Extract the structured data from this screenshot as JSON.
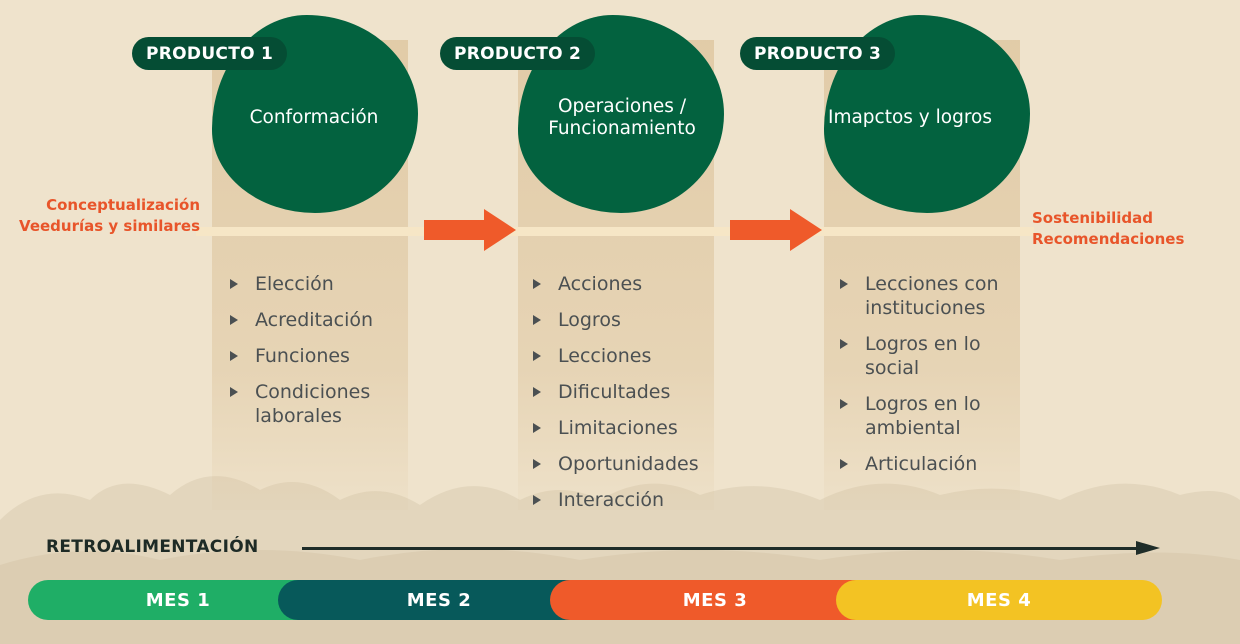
{
  "products": [
    {
      "tag": "PRODUCTO 1",
      "title": "Conformación",
      "items": [
        "Elección",
        "Acreditación",
        "Funciones",
        "Condiciones laborales"
      ]
    },
    {
      "tag": "PRODUCTO 2",
      "title": "Operaciones / Funcionamiento",
      "items": [
        "Acciones",
        "Logros",
        "Lecciones",
        "Dificultades",
        "Limitaciones",
        "Oportunidades",
        "Interacción"
      ]
    },
    {
      "tag": "PRODUCTO 3",
      "title": "Imapctos y logros",
      "items": [
        "Lecciones con instituciones",
        "Logros en lo social",
        "Logros en lo ambiental",
        "Articulación"
      ]
    }
  ],
  "left_label": "Conceptualización Veedurías y similares",
  "right_label": "Sostenibilidad Recomendaciones",
  "feedback_label": "RETROALIMENTACIÓN",
  "months": [
    {
      "label": "MES 1",
      "color": "#1fae66"
    },
    {
      "label": "MES 2",
      "color": "#07595a"
    },
    {
      "label": "MES 3",
      "color": "#ef5a2a"
    },
    {
      "label": "MES 4",
      "color": "#f3c323"
    }
  ],
  "colors": {
    "accent_orange": "#e8552a",
    "dark_green": "#03623f",
    "background": "#efe3cc"
  }
}
